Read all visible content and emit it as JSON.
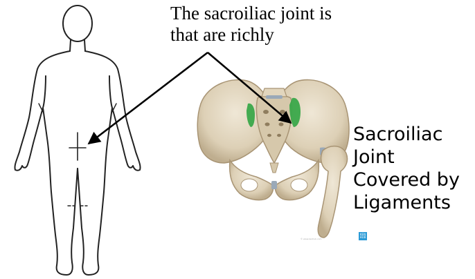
{
  "caption": {
    "line1": "The sacroiliac joint is",
    "line2": "that are richly"
  },
  "label": {
    "lines": [
      "Sacroiliac",
      "Joint",
      "Covered by",
      "Ligaments"
    ]
  },
  "badge": {
    "line1": "KEN",
    "line2": "HUB",
    "color": "#2a9ad6"
  },
  "credit": "© www.kenhub.com",
  "colors": {
    "ink": "#000000",
    "bone": "#e3d8c3",
    "bone_shadow": "#bfae8f",
    "ligament": "#3aa84a",
    "cartilage": "#9aa9b8"
  },
  "icons": {
    "body_outline": "human-body-outline-back-view",
    "pelvis": "pelvis-bone-illustration"
  }
}
